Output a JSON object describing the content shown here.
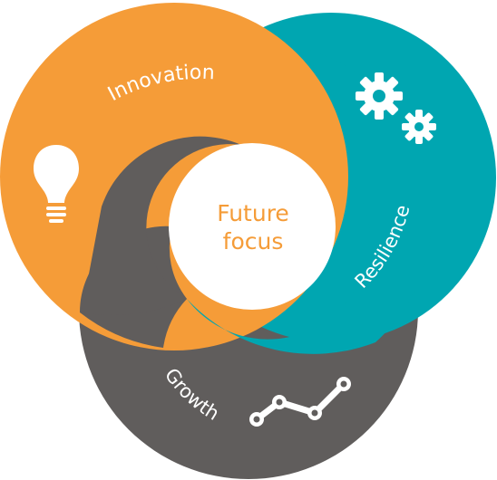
{
  "diagram": {
    "center": {
      "line1": "Future",
      "line2": "focus"
    },
    "segments": {
      "innovation": {
        "label": "Innovation",
        "color": "#f59c38",
        "icon": "lightbulb-icon"
      },
      "resilience": {
        "label": "Resilience",
        "color": "#00a6b1",
        "icon": "gears-icon"
      },
      "growth": {
        "label": "Growth",
        "color": "#605d5c",
        "icon": "line-graph-icon"
      }
    },
    "center_text_color": "#f59c38",
    "background": "#ffffff"
  }
}
